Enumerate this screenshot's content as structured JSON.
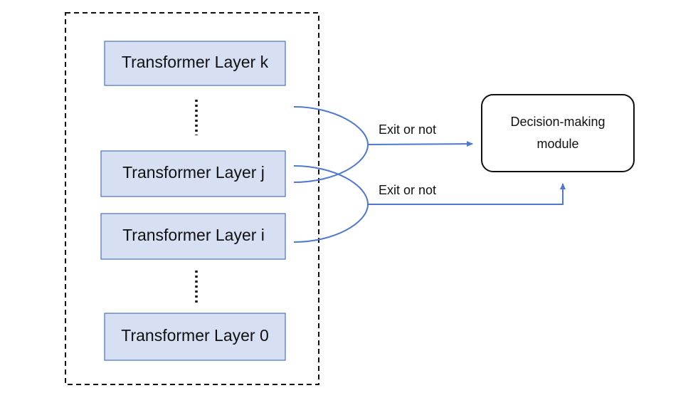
{
  "layers": [
    {
      "id": "k",
      "label": "Transformer Layer k"
    },
    {
      "id": "j",
      "label": "Transformer Layer j"
    },
    {
      "id": "i",
      "label": "Transformer Layer i"
    },
    {
      "id": "0",
      "label": "Transformer Layer 0"
    }
  ],
  "exits": [
    {
      "label": "Exit or not"
    },
    {
      "label": "Exit or not"
    }
  ],
  "decision": {
    "line1": "Decision-making",
    "line2": "module"
  },
  "colors": {
    "layer_fill": "#d6e0f2",
    "layer_border": "#4a72c0",
    "flow": "#4f78d0",
    "border": "#111111"
  }
}
